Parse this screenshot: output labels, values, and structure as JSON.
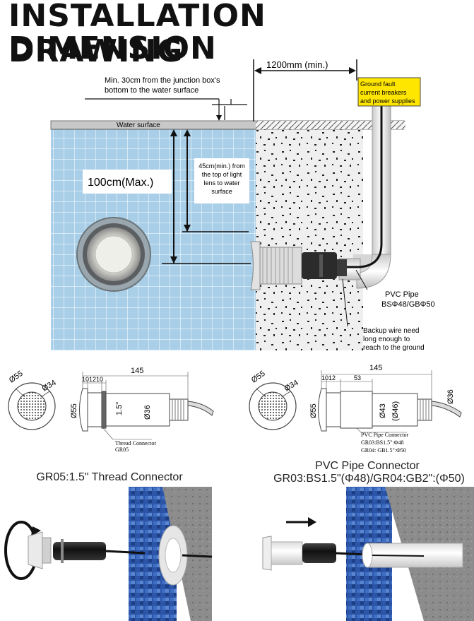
{
  "title": {
    "line1": "INSTALLATION DIMENSION",
    "line2": "DRAWING"
  },
  "main_diagram": {
    "distance_to_box": "1200mm (min.)",
    "junction_note_1": "Min. 30cm from the junction box's",
    "junction_note_2": "bottom to the water surface",
    "ground_fault_1": "Ground fault",
    "ground_fault_2": "current breakers",
    "ground_fault_3": "and power supplies",
    "water_surface": "Water surface",
    "max_depth": "100cm(Max.)",
    "min_depth_1": "45cm(min.) from",
    "min_depth_2": "the top of light",
    "min_depth_3": "lens to water",
    "min_depth_4": "surface",
    "pvc_pipe_1": "PVC Pipe",
    "pvc_pipe_2": "BSΦ48/GBΦ50",
    "backup_wire_1": "Backup wire need",
    "backup_wire_2": "long enough to",
    "backup_wire_3": "reach to the ground"
  },
  "left_drawing": {
    "dia_outer": "Ø55",
    "dia_inner": "Ø34",
    "dims_top": "101210",
    "length": "145",
    "side_dia": "Ø55",
    "thread": "1.5\"",
    "body_dia": "Ø36",
    "connector_label": "Thread Connector",
    "connector_code": "GR05"
  },
  "right_drawing": {
    "dia_outer": "Ø55",
    "dia_inner": "Ø34",
    "dims_top_a": "1012",
    "dims_top_b": "53",
    "length": "145",
    "side_dia": "Ø55",
    "d43": "Ø43",
    "d46": "(Ø46)",
    "body_dia": "Ø36",
    "label_1": "PVC Pipe Connector",
    "label_2": "GR03:BS1.5\":Φ48",
    "label_3": "GR04: GB1.5\":Φ50"
  },
  "captions": {
    "left": "GR05:1.5\" Thread Connector",
    "right_1": "PVC Pipe Connector",
    "right_2": "GR03:BS1.5\"(Φ48)/GR04:GB2\":(Φ50)"
  },
  "colors": {
    "pool_water": "#a9cfe8",
    "tile_line": "#ffffff",
    "concrete": "#eeeeee",
    "label_yellow": "#ffe600",
    "mosaic_blue": "#2c55a8",
    "wall_gray": "#8c8c8c"
  }
}
